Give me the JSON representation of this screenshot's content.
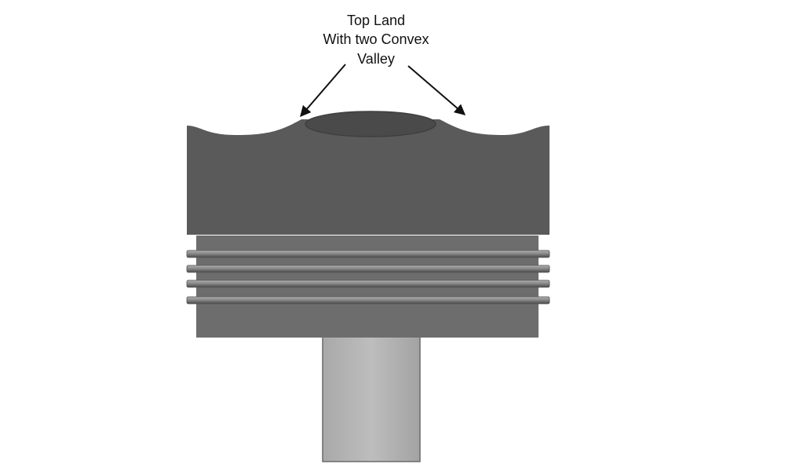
{
  "annotation": {
    "lines": [
      "Top Land",
      "With two Convex",
      "Valley"
    ]
  },
  "colors": {
    "head": "#5a5a5a",
    "head_shadow": "#4e4e4e",
    "bowl": "#4a4a4a",
    "bowl_rim": "#3f3f3f",
    "ring_band": "#6f6f6f",
    "skirt": "#6b6b6b",
    "ring_light": "#9a9a9a",
    "ring_dark": "#4d4d4d",
    "rod": "#b3b3b3",
    "rod_edge": "#6a6a6a",
    "arrow": "#111111",
    "background": "#ffffff"
  }
}
